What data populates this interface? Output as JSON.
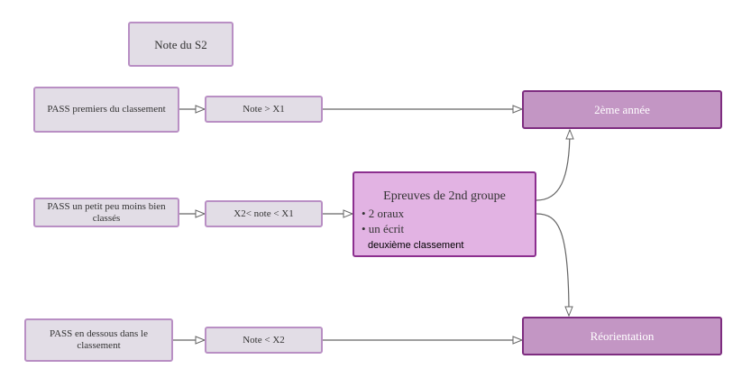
{
  "diagram": {
    "title": "Note du S2",
    "rows": [
      {
        "group": "PASS premiers du classement",
        "condition": "Note > X1"
      },
      {
        "group": "PASS un petit peu moins bien classés",
        "condition": "X2< note < X1"
      },
      {
        "group": "PASS en dessous dans le classement",
        "condition": "Note < X2"
      }
    ],
    "second_group": {
      "heading": "Epreuves de 2nd groupe",
      "items": [
        "• 2 oraux",
        "• un écrit"
      ],
      "note": "deuxième classement"
    },
    "outcomes": {
      "second_year": "2ème année",
      "reorientation": "Réorientation"
    },
    "colors": {
      "grey_fill": "#e2dde6",
      "grey_border": "#b98fc4",
      "outcome_fill": "#c396c4",
      "outcome_border": "#7e2d80",
      "highlight_fill": "#e2b3e3",
      "highlight_border": "#8c2f8f",
      "connector": "#666666"
    }
  }
}
